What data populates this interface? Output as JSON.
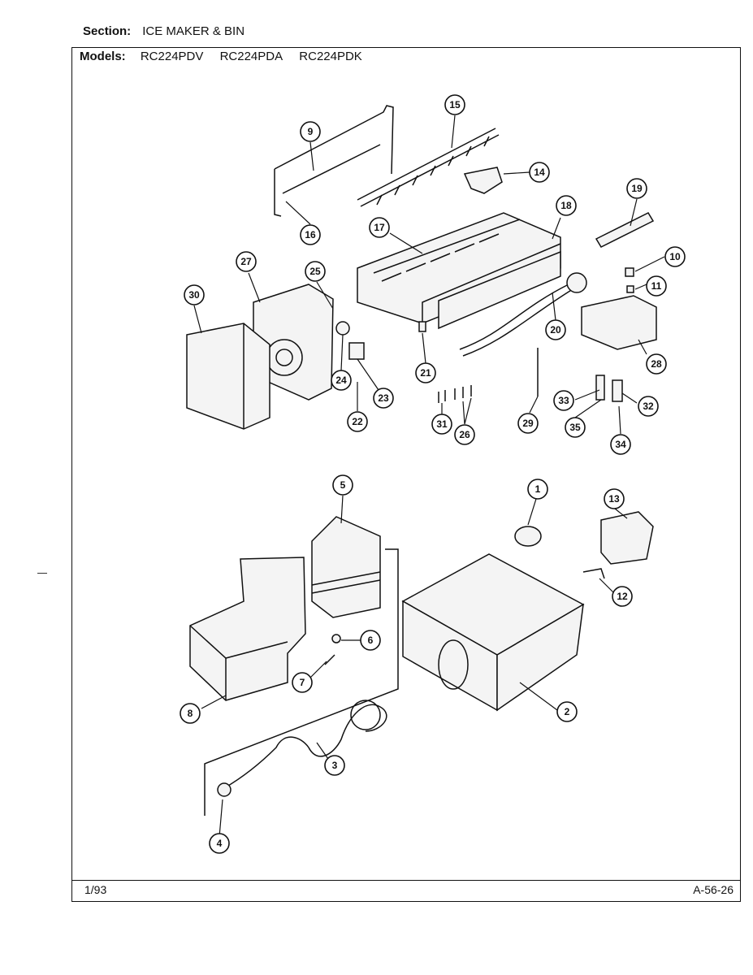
{
  "header": {
    "section_label": "Section:",
    "section_value": "ICE MAKER & BIN",
    "models_label": "Models:",
    "models": [
      "RC224PDV",
      "RC224PDA",
      "RC224PDK"
    ]
  },
  "footer": {
    "date": "1/93",
    "page_code": "A-56-26"
  },
  "callouts": [
    "1",
    "2",
    "3",
    "4",
    "5",
    "6",
    "7",
    "8",
    "9",
    "10",
    "11",
    "12",
    "13",
    "14",
    "15",
    "16",
    "17",
    "18",
    "19",
    "20",
    "21",
    "22",
    "23",
    "24",
    "25",
    "26",
    "27",
    "28",
    "29",
    "30",
    "31",
    "32",
    "33",
    "34",
    "35"
  ]
}
